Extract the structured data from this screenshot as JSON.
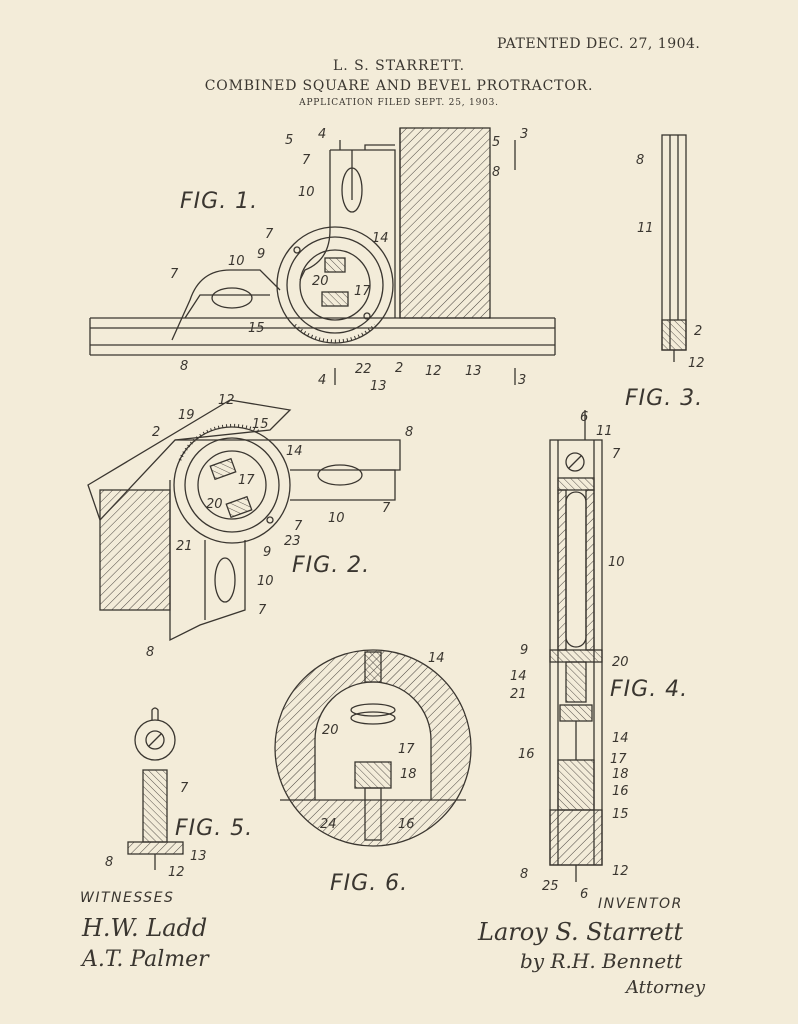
{
  "header": {
    "patented": "PATENTED DEC. 27, 1904.",
    "inventor_name": "L. S. STARRETT.",
    "title": "COMBINED SQUARE AND BEVEL PROTRACTOR.",
    "application": "APPLICATION FILED SEPT. 25, 1903."
  },
  "figures": {
    "fig1": "FIG. 1.",
    "fig2": "FIG. 2.",
    "fig3": "FIG. 3.",
    "fig4": "FIG. 4.",
    "fig5": "FIG. 5.",
    "fig6": "FIG. 6."
  },
  "labels": {
    "fig1": [
      "5",
      "4",
      "3",
      "5",
      "7",
      "8",
      "10",
      "7",
      "14",
      "9",
      "10",
      "7",
      "20",
      "17",
      "15",
      "8",
      "22",
      "2",
      "12",
      "13",
      "4",
      "13",
      "3"
    ],
    "fig2": [
      "12",
      "19",
      "15",
      "8",
      "2",
      "14",
      "17",
      "20",
      "10",
      "7",
      "7",
      "23",
      "9",
      "21",
      "10",
      "7",
      "8"
    ],
    "fig3": [
      "8",
      "11",
      "2",
      "12"
    ],
    "fig4": [
      "6",
      "11",
      "7",
      "10",
      "9",
      "20",
      "14",
      "21",
      "14",
      "16",
      "17",
      "18",
      "16",
      "15",
      "8",
      "25",
      "12",
      "6"
    ],
    "fig5": [
      "7",
      "13",
      "8",
      "12"
    ],
    "fig6": [
      "14",
      "20",
      "17",
      "18",
      "24",
      "16"
    ]
  },
  "signatures": {
    "witnesses_heading": "WITNESSES",
    "witness1": "H.W. Ladd",
    "witness2": "A.T. Palmer",
    "inventor_heading": "INVENTOR",
    "inventor_signature": "Laroy S. Starrett",
    "attorney_by": "by R.H. Bennett",
    "attorney_label": "Attorney"
  }
}
